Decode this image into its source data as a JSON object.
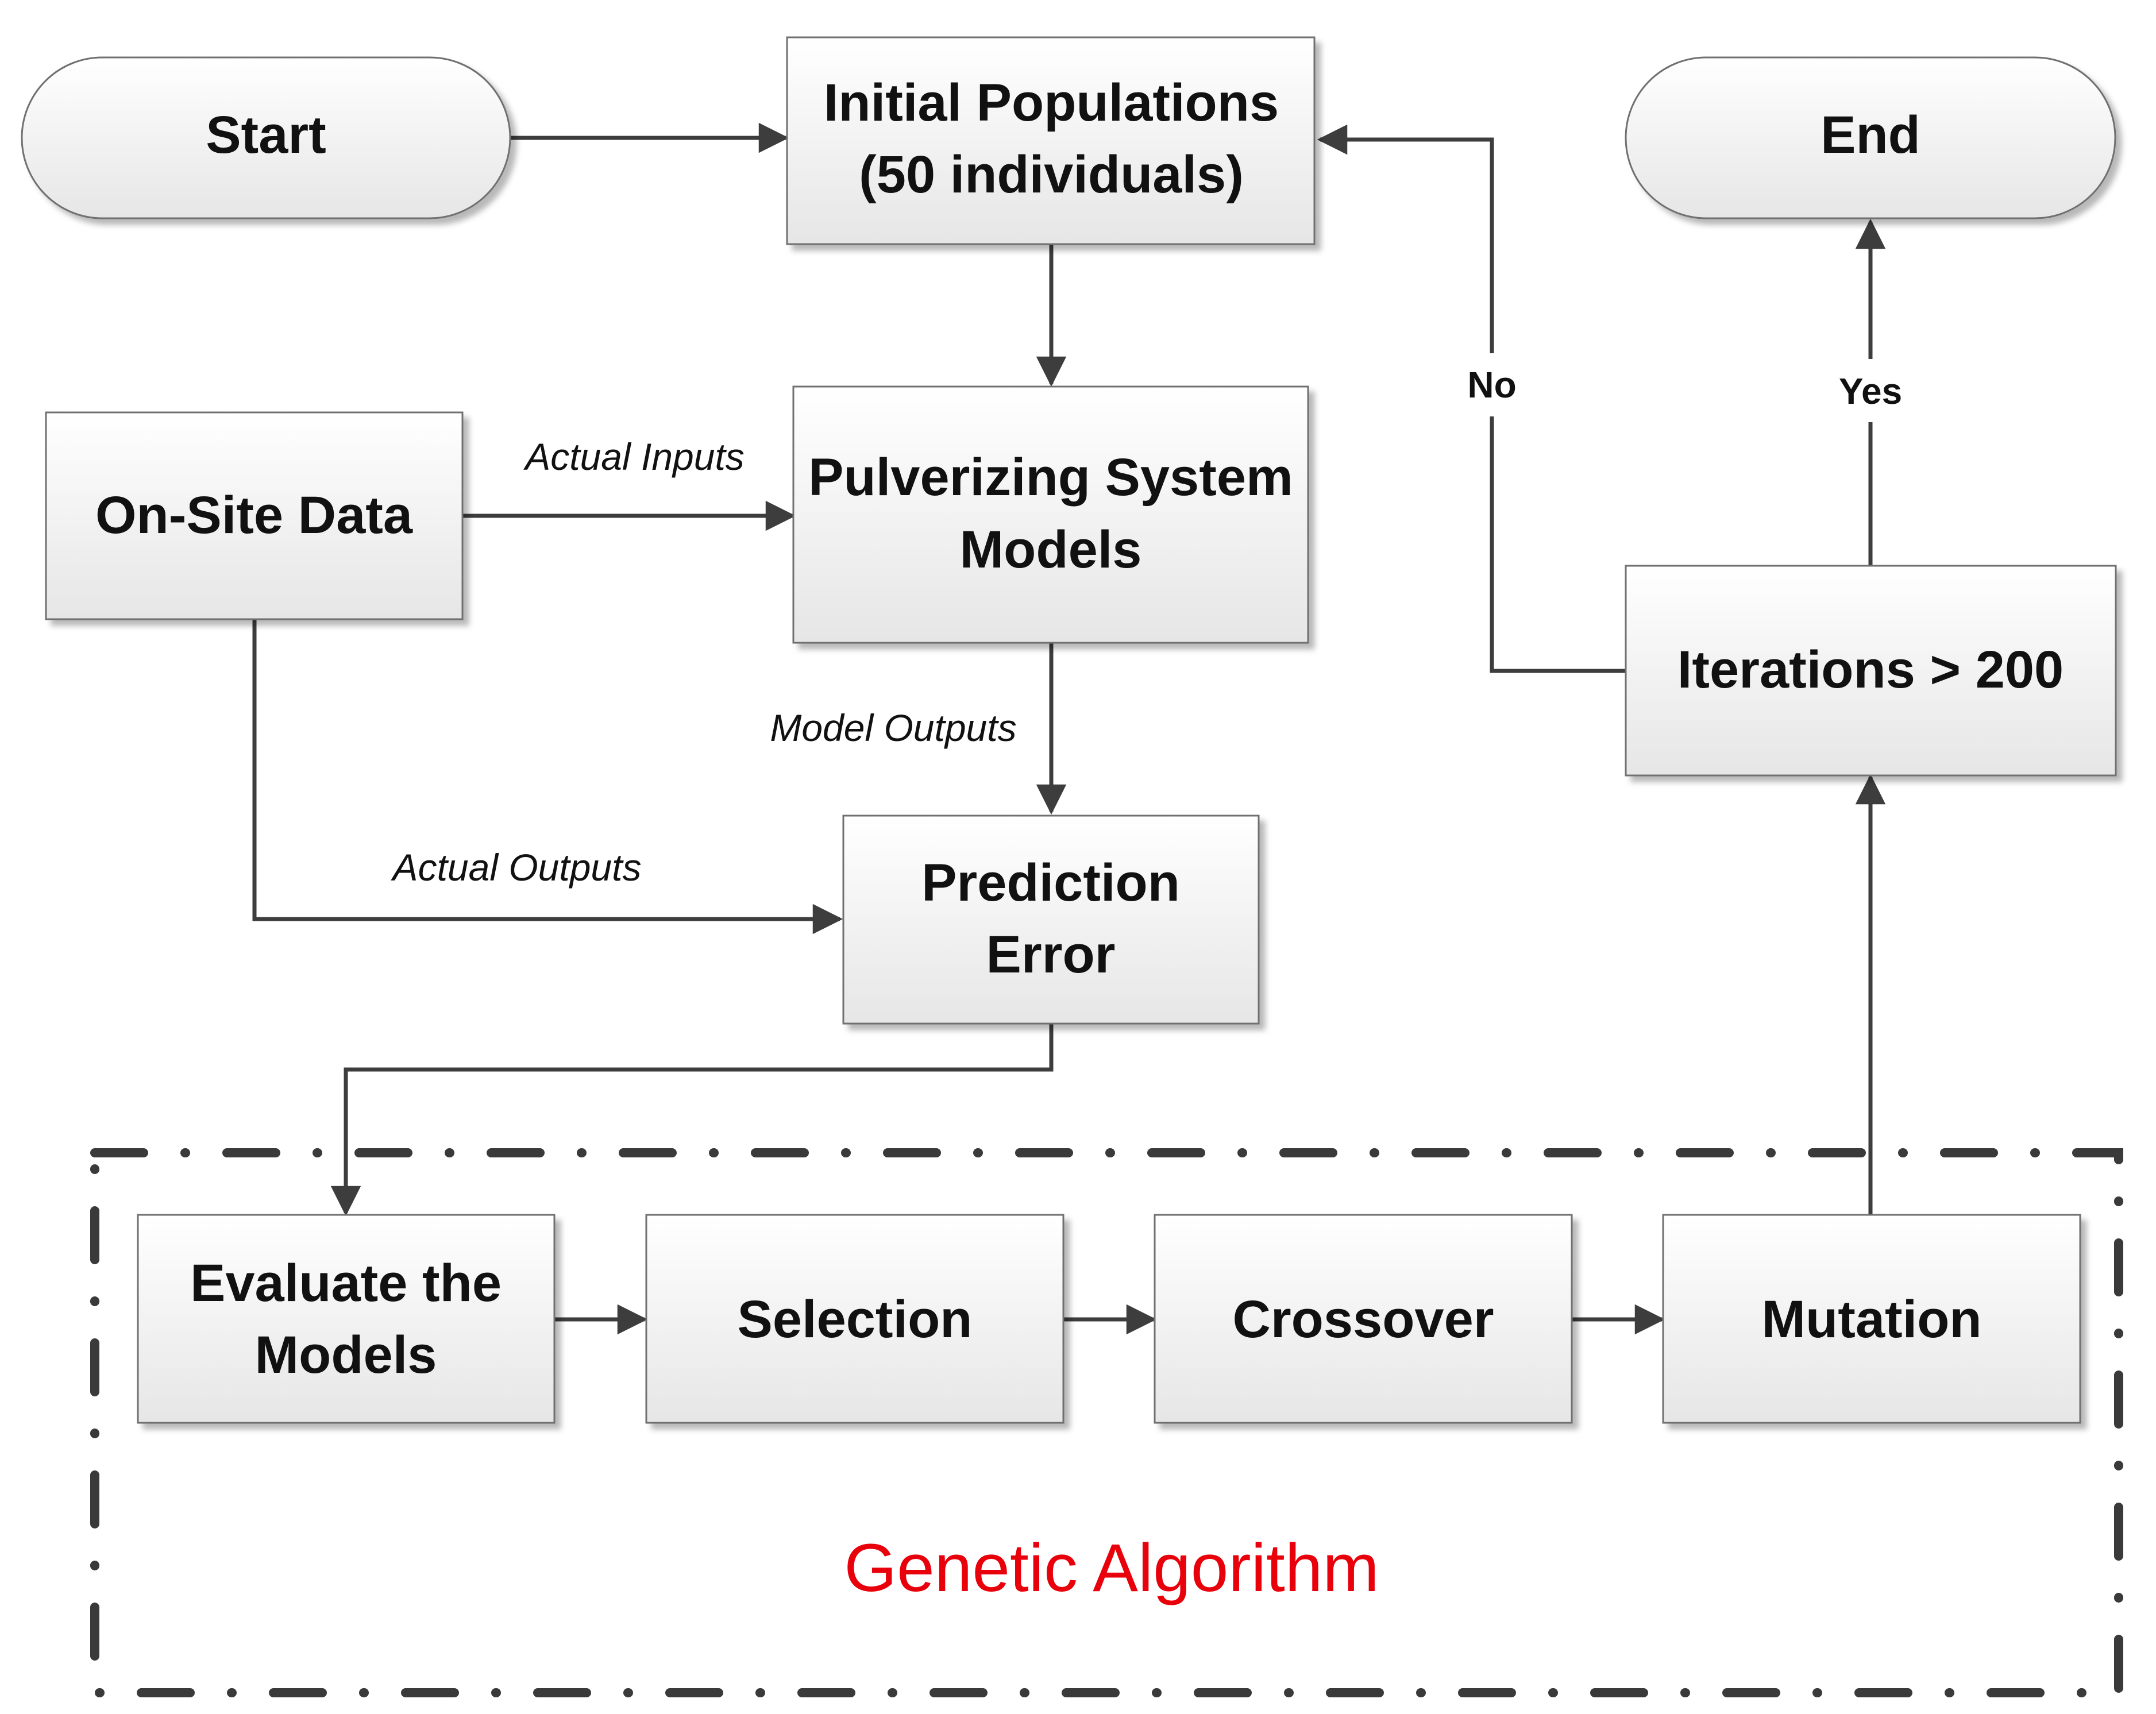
{
  "nodes": {
    "start": "Start",
    "initial_pop_line1": "Initial Populations",
    "initial_pop_line2": "(50 individuals)",
    "end": "End",
    "onsite": "On-Site Data",
    "pulverizing_line1": "Pulverizing System",
    "pulverizing_line2": "Models",
    "iterations": "Iterations > 200",
    "prediction_line1": "Prediction",
    "prediction_line2": "Error",
    "evaluate_line1": "Evaluate the",
    "evaluate_line2": "Models",
    "selection": "Selection",
    "crossover": "Crossover",
    "mutation": "Mutation"
  },
  "edge_labels": {
    "actual_inputs": "Actual Inputs",
    "model_outputs": "Model Outputs",
    "actual_outputs": "Actual Outputs",
    "no": "No",
    "yes": "Yes"
  },
  "group": {
    "label": "Genetic Algorithm",
    "label_color": "#e8000b"
  }
}
